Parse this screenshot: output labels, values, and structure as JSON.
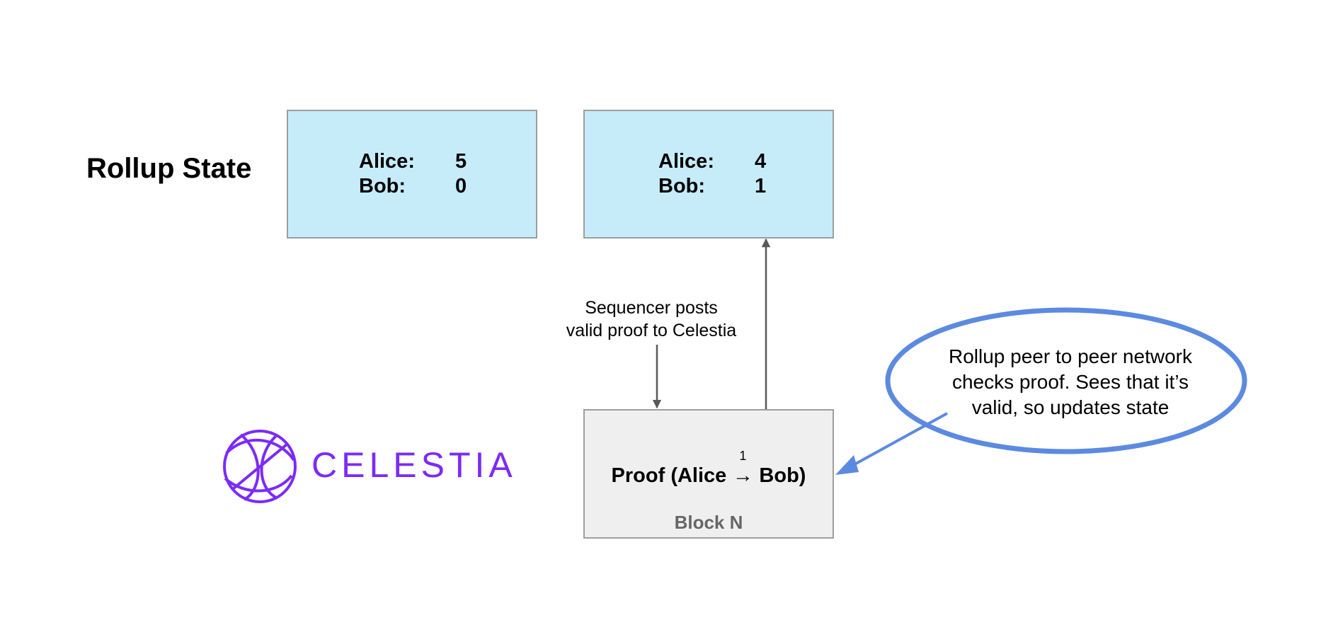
{
  "row_label": "Rollup State",
  "states": [
    {
      "rows": [
        {
          "name": "Alice:",
          "value": "5"
        },
        {
          "name": "Bob:",
          "value": "0"
        }
      ]
    },
    {
      "rows": [
        {
          "name": "Alice:",
          "value": "4"
        },
        {
          "name": "Bob:",
          "value": "1"
        }
      ]
    }
  ],
  "proof": {
    "prefix": "Proof (Alice",
    "amount": "1",
    "arrow": "→",
    "suffix": "Bob)",
    "block_label": "Block N"
  },
  "sequencer_note": {
    "line1": "Sequencer posts",
    "line2": "valid proof to Celestia"
  },
  "network_note": {
    "line1": "Rollup peer to peer network",
    "line2": "checks proof. Sees that it’s",
    "line3": "valid, so updates state"
  },
  "logo": {
    "wordmark": "CELESTIA",
    "color": "#7b2bf9"
  },
  "colors": {
    "state_fill": "#c6ecfa",
    "proof_fill": "#efefef",
    "box_border": "#9e9e9e",
    "arrow": "#595959",
    "callout": "#5b8ae0",
    "block_label": "#666666"
  }
}
